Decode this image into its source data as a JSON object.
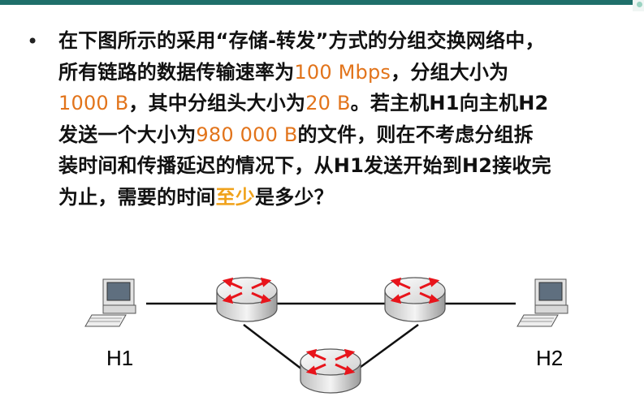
{
  "bullet": "•",
  "question": {
    "l1a": "在下图所示的采用“存储-转发”方式的分组交换网络中，",
    "l2a": "所有链路的数据传输速率为",
    "l2b": "100 Mbps",
    "l2c": "，分组大小为",
    "l3a": "1000 B",
    "l3b": "，其中分组头大小为",
    "l3c": "20 B",
    "l3d": "。若主机H1向主机H2",
    "l4a": "发送一个大小为",
    "l4b": "980 000 B",
    "l4c": "的文件，则在不考虑分组拆",
    "l5a": "装时间和传播延迟的情况下，从H1发送开始到H2接收完",
    "l6a": "为止，需要的时间",
    "l6b": "至少",
    "l6c": "是多少？"
  },
  "diagram": {
    "host1_label": "H1",
    "host2_label": "H2"
  },
  "colors": {
    "highlight": "#e2741b",
    "emphasis": "#f0a21b",
    "router_arrow": "#e8141b",
    "top_bar": "#1f6f6a"
  }
}
